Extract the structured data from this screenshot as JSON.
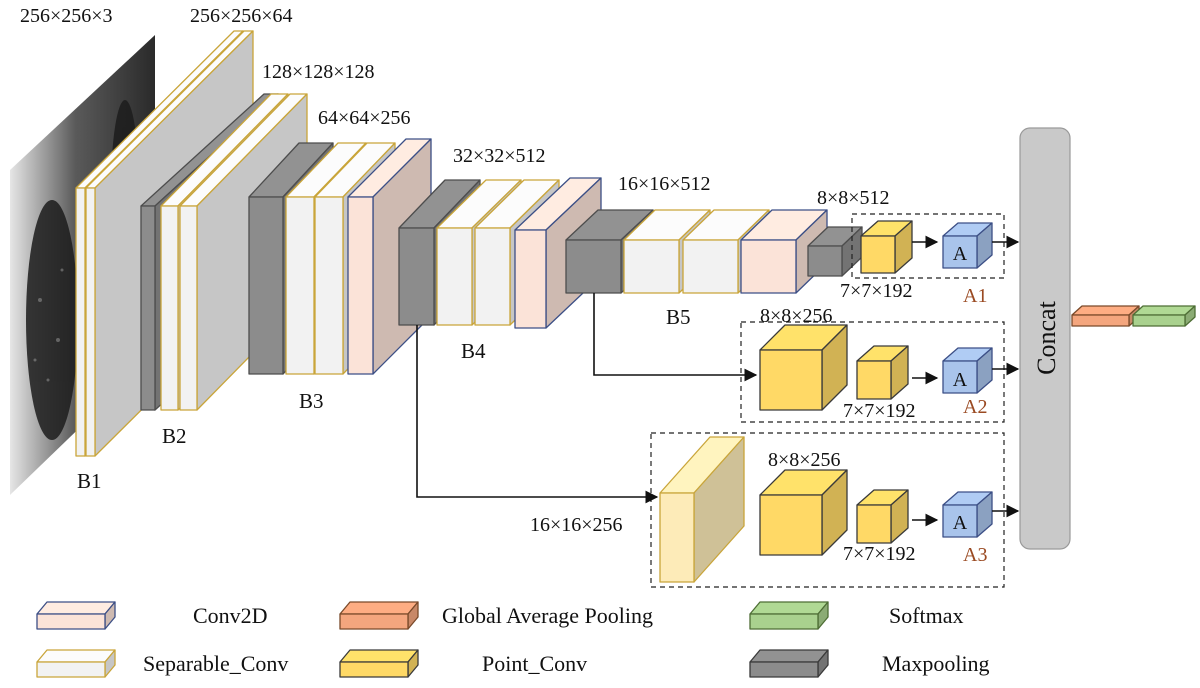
{
  "colors": {
    "conv2d": "#fbe3d8",
    "conv2d_border": "#3c4f86",
    "separable": "#f2f2f2",
    "separable_border": "#c9a53a",
    "gap": "#f4a67e",
    "point_conv": "#ffd966",
    "softmax": "#a9d18e",
    "maxpool": "#8c8c8c",
    "attention": "#a9c4eb",
    "concat": "#c9c9c9",
    "block_label_a": "#9a4a22"
  },
  "input_image": {
    "icon": "ct-lung-slice-image"
  },
  "dims": {
    "input": "256×256×3",
    "b1": "256×256×64",
    "b2": "128×128×128",
    "b3": "64×64×256",
    "b4": "32×32×512",
    "b5": "16×16×512",
    "b5_out": "8×8×512",
    "a1_point": "7×7×192",
    "a2_top": "8×8×256",
    "a2_point": "7×7×192",
    "a3_in": "16×16×256",
    "a3_top": "8×8×256",
    "a3_point": "7×7×192"
  },
  "blocks": [
    "B1",
    "B2",
    "B3",
    "B4",
    "B5"
  ],
  "attention": {
    "module_label": "A",
    "heads": [
      "A1",
      "A2",
      "A3"
    ]
  },
  "concat_label": "Concat",
  "legend": [
    {
      "label": "Conv2D",
      "type": "conv2d"
    },
    {
      "label": "Separable_Conv",
      "type": "separable"
    },
    {
      "label": "Global Average Pooling",
      "type": "gap"
    },
    {
      "label": "Point_Conv",
      "type": "point_conv"
    },
    {
      "label": "Softmax",
      "type": "softmax"
    },
    {
      "label": "Maxpooling",
      "type": "maxpool"
    }
  ]
}
